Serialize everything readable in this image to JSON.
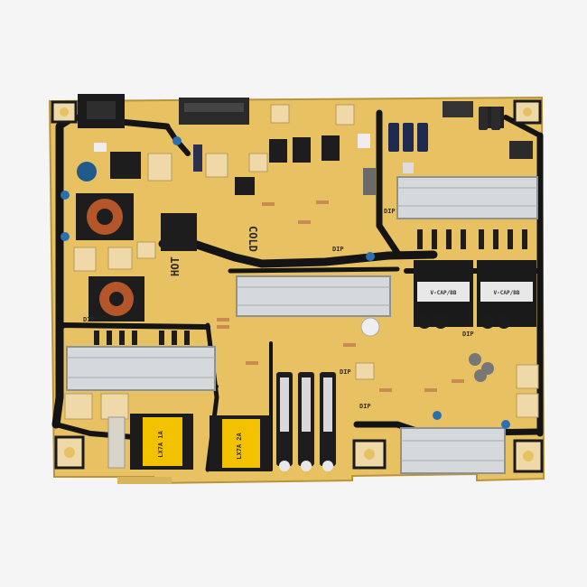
{
  "photo": {
    "subject": "power-supply-board",
    "colors": {
      "background": "#f5f5f5",
      "pcb": "#e8c262",
      "pcb_dark": "#c9a445",
      "trace_black": "#141414",
      "heatsink": "#d6d9dc",
      "capacitor_black": "#1d1d1d",
      "capacitor_label": "#d8d8d8",
      "transformer_yellow": "#f2c200",
      "coil_copper": "#b5562a",
      "connector_beige": "#f0d9a8"
    }
  },
  "silkscreen": {
    "cold": "COLD",
    "hot": "HOT",
    "dip_marks": [
      "DIP",
      "DIP",
      "DIP",
      "DIP",
      "DIP",
      "DIP"
    ],
    "transformer_left_label": "LX7A 1A",
    "transformer_right_label": "LX7A 2A",
    "inverter_label": "V-CAP/BB"
  }
}
